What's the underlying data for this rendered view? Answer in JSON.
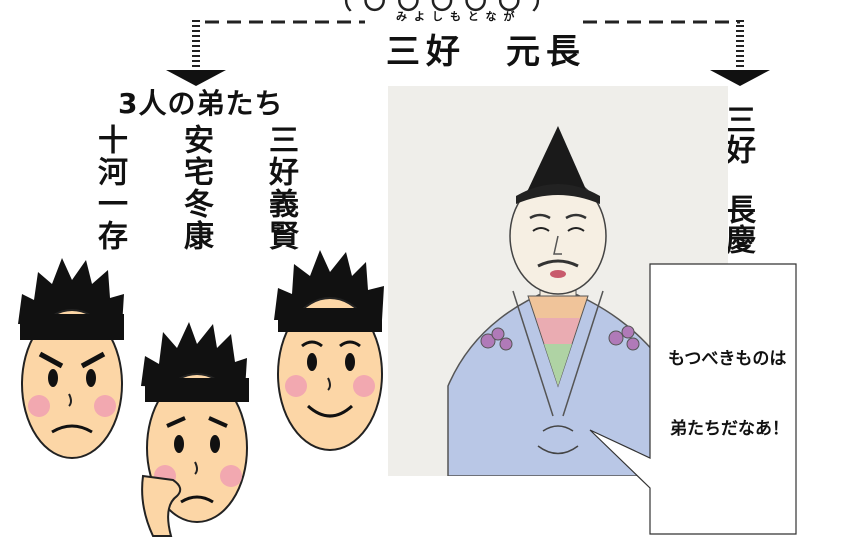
{
  "header": {
    "top_clipped": "（ 〇 〇 〇 〇 〇 ）",
    "ruby": "みよしもとなが",
    "title": "三好　元長"
  },
  "brothers": {
    "label": "3人の弟たち",
    "names": [
      "十河一存",
      "安宅冬康",
      "三好義賢"
    ]
  },
  "son": {
    "name": "三好　長慶"
  },
  "speech": {
    "line1": "もつべきものは",
    "line2": "弟たちだなあ！"
  }
}
